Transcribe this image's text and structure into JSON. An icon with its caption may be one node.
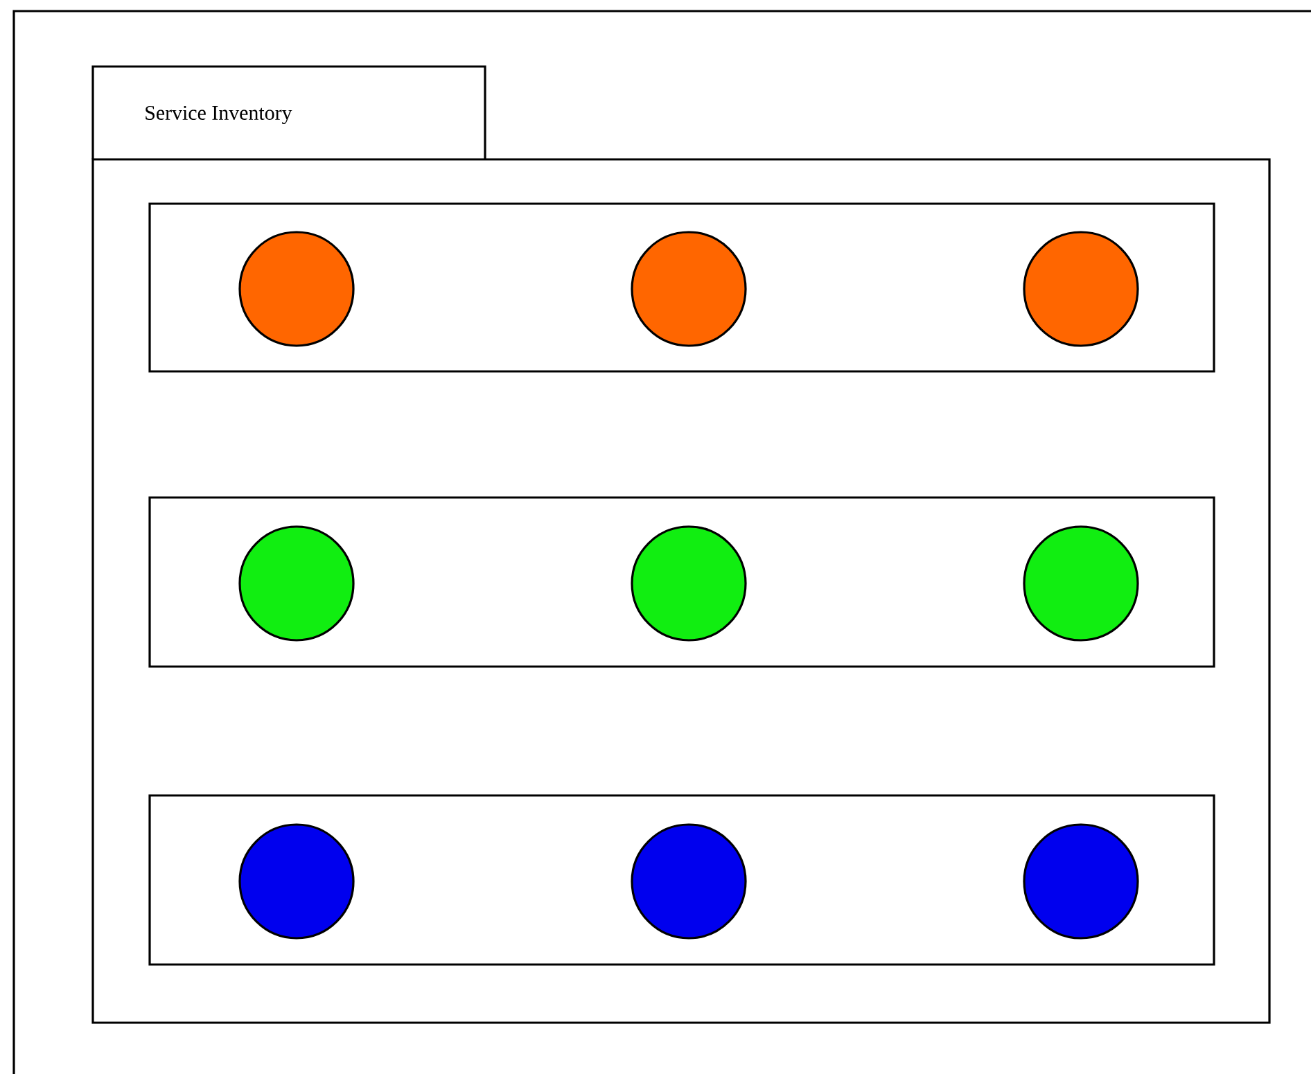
{
  "diagram": {
    "nodes": [
      {
        "text": [
          "Service Inventory"
        ]
      },
      {
        "text": [],
        "shape": "box",
        "in": 0
      },
      {
        "text": [],
        "shape": "box",
        "in": 0
      },
      {
        "text": [],
        "shape": "box",
        "in": 0
      },
      {
        "text": [],
        "shape": "circle",
        "in": 1
      },
      {
        "text": [],
        "shape": "circle",
        "in": 1
      },
      {
        "text": [],
        "shape": "circle",
        "in": 1
      },
      {
        "text": [],
        "shape": "circle",
        "in": 2
      },
      {
        "text": [],
        "shape": "circle",
        "in": 2
      },
      {
        "text": [],
        "shape": "circle",
        "in": 2
      },
      {
        "text": [],
        "shape": "circle",
        "in": 3
      },
      {
        "text": [],
        "shape": "circle",
        "in": 3
      },
      {
        "text": [],
        "shape": "circle",
        "in": 3
      }
    ]
  }
}
